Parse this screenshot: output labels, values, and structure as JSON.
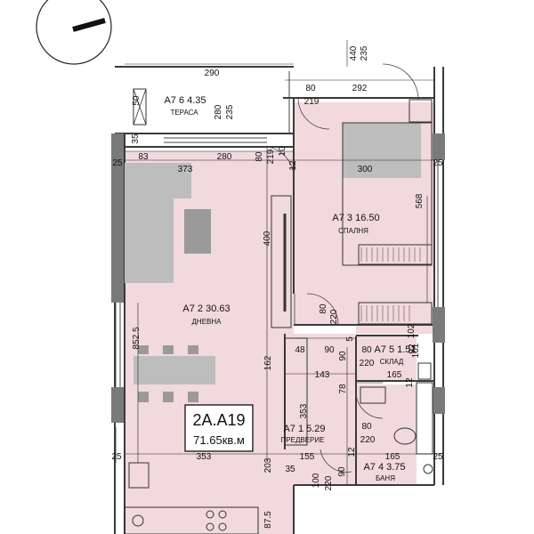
{
  "colors": {
    "room_fill": "#f2d9de",
    "wall": "#3a3a3a",
    "wall_fill": "#7a7a7a",
    "furniture": "#bdbdbd",
    "furniture_dark": "#9a9a9a",
    "line": "#222222",
    "label_box": "#ffffff"
  },
  "compass": {
    "icon": "north-arrow-icon"
  },
  "unit": {
    "code": "2A.A19",
    "area": "71.65кв.м"
  },
  "rooms": [
    {
      "id": "terrace",
      "title": "A7 6 4.35",
      "name": "ТЕРАСА"
    },
    {
      "id": "bedroom",
      "title": "A7 3 16.50",
      "name": "СПАЛНЯ"
    },
    {
      "id": "living",
      "title": "A7 2 30.63",
      "name": "ДНЕВНА"
    },
    {
      "id": "storage",
      "title": "A7 5 1.51",
      "name": "СКЛАД"
    },
    {
      "id": "hall",
      "title": "A7 1  5.29",
      "name": "ПРЕДВЕРИЕ"
    },
    {
      "id": "bathroom",
      "title": "A7 4 3.75",
      "name": "БАНЯ"
    }
  ],
  "dims": {
    "top_440": "440",
    "top_235": "235",
    "terrace_290": "290",
    "terrace_280": "280",
    "terrace_235": "235",
    "terrace_50": "50",
    "d80_top": "80",
    "d219_top": "219",
    "d292": "292",
    "d35": "35",
    "d83": "83",
    "d280": "280",
    "d373": "373",
    "d80_mid": "80",
    "d219_mid": "219",
    "d10": "10",
    "d12_mid": "12",
    "d25_left_top": "25",
    "d25_right_top": "25",
    "d300": "300",
    "d568": "568",
    "d400": "400",
    "d80_s": "80",
    "d220_s": "220",
    "d852_5": "852.5",
    "d48": "48",
    "d90_a": "90",
    "d5": "5",
    "d90_b": "90",
    "d80_st": "80",
    "d220_st": "220",
    "d165_st": "165",
    "d102": "102",
    "d92": "92",
    "d101": "101",
    "d12_r": "12",
    "d162": "162",
    "d143": "143",
    "d78": "78",
    "d80_h": "80",
    "d220_h": "220",
    "d353_v": "353",
    "d25_left_bot": "25",
    "d353_h": "353",
    "d155": "155",
    "d12_b": "12",
    "d165_b": "165",
    "d25_right_bot": "25",
    "d203": "203",
    "d35_b": "35",
    "d90_c": "90",
    "d100": "100",
    "d220_b": "220",
    "d87_5": "87.5"
  }
}
